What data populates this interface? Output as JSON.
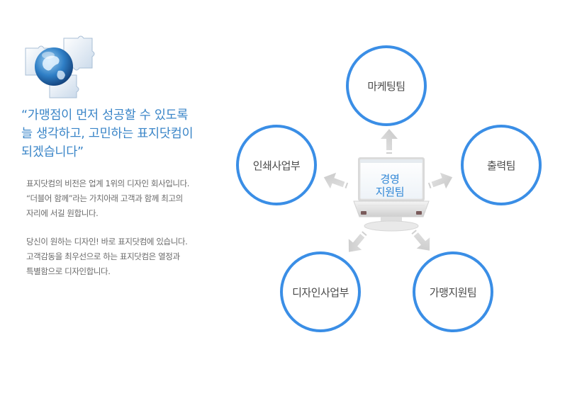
{
  "headline": {
    "lines": [
      "“가맹점이 먼저 성공할 수 있도록",
      " 늘 생각하고, 고민하는 표지닷컴이",
      " 되겠습니다”"
    ]
  },
  "paragraphs": [
    {
      "lines": [
        "표지닷컴의 비전은 업계 1위의 디자인 회사입니다.",
        "“더블어 함께”라는 가치아래 고객과 함께 최고의",
        "자리에 서길 원합니다."
      ]
    },
    {
      "lines": [
        "당신이 원하는 디자인! 바로 표지닷컴에 있습니다.",
        "고객감동을 최우선으로 하는 표지닷컴은 열정과",
        "특별함으로 디자인합니다."
      ]
    }
  ],
  "diagram": {
    "center": {
      "line1": "경영",
      "line2": "지원팀"
    },
    "teams": [
      {
        "label": "마케팅팀"
      },
      {
        "label": "출력팀"
      },
      {
        "label": "가맹지원팀"
      },
      {
        "label": "디자인사업부"
      },
      {
        "label": "인쇄사업부"
      }
    ]
  },
  "colors": {
    "accent": "#3a8ee6",
    "headline": "#3b86c8",
    "body_text": "#6a6a6a",
    "arrow": "#d4d4d4"
  },
  "icons": {
    "logo": "globe-puzzle-icon",
    "hub": "monitor-icon",
    "arrows": "arrow-icon"
  }
}
